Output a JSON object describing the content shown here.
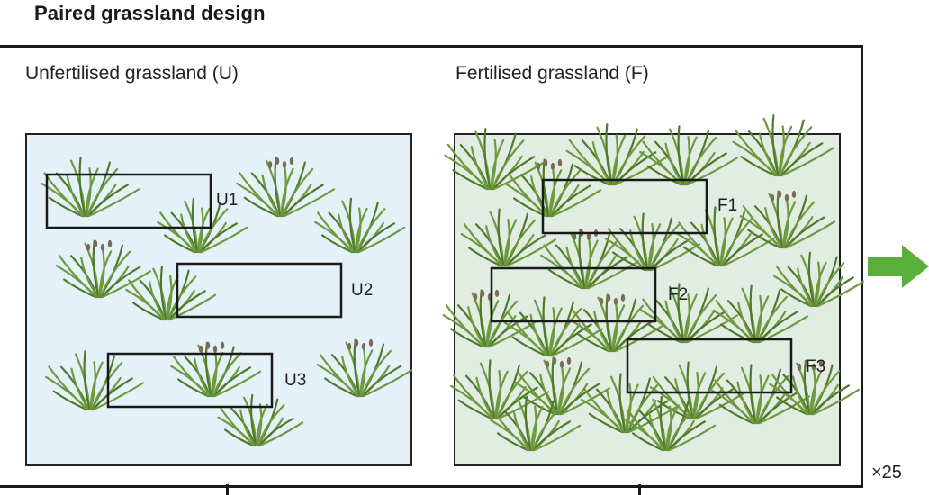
{
  "title": "Paired grassland design",
  "panels": {
    "unfertilised": {
      "title": "Unfertilised grassland (U)",
      "plots": [
        "U1",
        "U2",
        "U3"
      ],
      "fill_color": "#e4f1f9"
    },
    "fertilised": {
      "title": "Fertilised grassland (F)",
      "plots": [
        "F1",
        "F2",
        "F3"
      ],
      "fill_color": "#e1ece2"
    }
  },
  "replicates": "×25",
  "colors": {
    "grass": "#6e9a3f",
    "grass_dark": "#4f7a2c",
    "arrow": "#5aae3a",
    "frame": "#1a1a1a"
  },
  "icons": [
    "grass-tuft-icon",
    "right-arrow-icon"
  ]
}
